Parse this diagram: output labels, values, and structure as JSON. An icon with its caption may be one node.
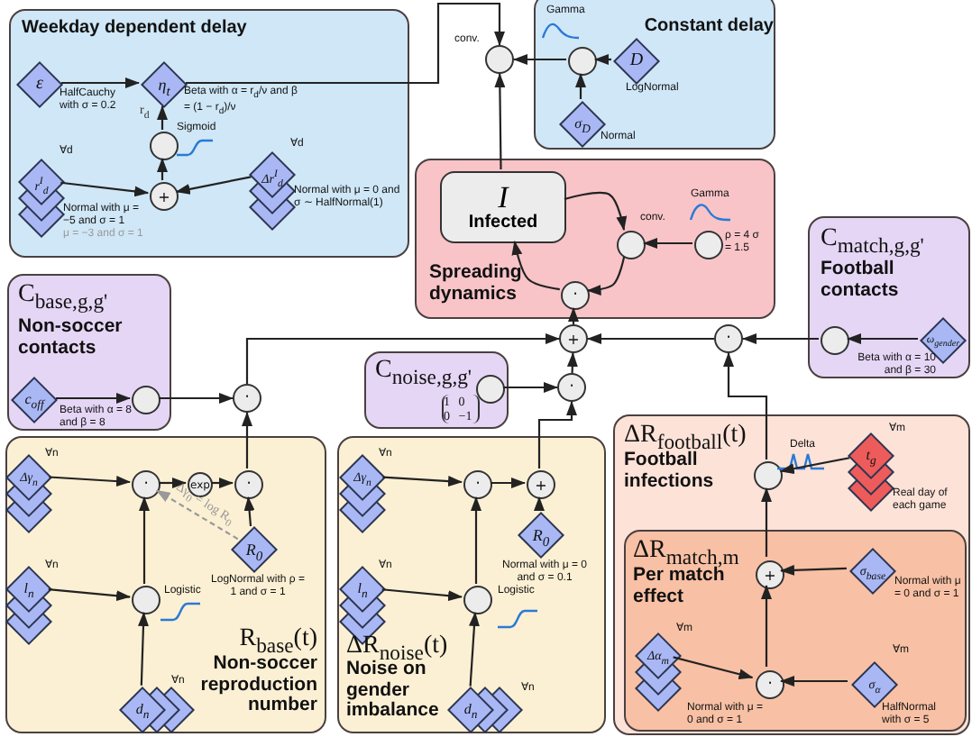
{
  "diagram": {
    "nodes": [
      {
        "text": [
          "Weekday dependent delay"
        ]
      },
      {
        "text": [
          "ε"
        ],
        "in": 0,
        "beside": [
          "HalfCauchy with σ = 0.2"
        ]
      },
      {
        "text": [
          "η$_{t}$"
        ],
        "in": 0,
        "beside": [
          "Beta with α = r$_{d}$/ν and β = (1 − r$_{d}$)/ν"
        ]
      },
      {
        "text": [],
        "shape": "circle",
        "in": 0,
        "beside": [
          "Sigmoid"
        ]
      },
      {
        "text": [
          "+"
        ],
        "in": 0
      },
      {
        "text": [
          "r$^{I}$$_{d}$"
        ],
        "in": 0,
        "beside": [
          "∀d",
          "Normal with μ = −5 and σ = 1",
          "μ = −3 and σ = 1"
        ]
      },
      {
        "text": [
          "Δr$^{I}$$_{d}$"
        ],
        "in": 0,
        "beside": [
          "∀d",
          "Normal with μ = 0 and σ ∼ HalfNormal(1)"
        ]
      },
      {
        "text": [],
        "shape": "circle",
        "beside": [
          "conv."
        ]
      },
      {
        "text": [
          "Constant delay"
        ]
      },
      {
        "text": [],
        "shape": "circle",
        "in": 8,
        "beside": [
          "Gamma"
        ]
      },
      {
        "text": [
          "D"
        ],
        "in": 8,
        "beside": [
          "LogNormal"
        ]
      },
      {
        "text": [
          "σ$_{D}$"
        ],
        "in": 8,
        "beside": [
          "Normal"
        ]
      },
      {
        "text": [
          "Spreading dynamics"
        ]
      },
      {
        "text": [
          "I",
          "Infected"
        ],
        "in": 12
      },
      {
        "text": [],
        "shape": "circle",
        "in": 12,
        "beside": [
          "conv."
        ]
      },
      {
        "text": [],
        "shape": "circle",
        "in": 12,
        "beside": [
          "Gamma",
          "ρ = 4 σ = 1.5"
        ]
      },
      {
        "text": [
          "·"
        ],
        "in": 12
      },
      {
        "text": [
          "+"
        ]
      },
      {
        "text": [
          "C$_{base,g,g'}$",
          "Non-soccer contacts"
        ]
      },
      {
        "text": [
          "c$_{off}$"
        ],
        "in": 18,
        "beside": [
          "Beta with α = 8 and β = 8"
        ]
      },
      {
        "text": [],
        "shape": "circle",
        "in": 18
      },
      {
        "text": [
          "·"
        ]
      },
      {
        "text": [
          "C$_{noise,g,g'}$",
          "1 0 0 −1"
        ]
      },
      {
        "text": [],
        "shape": "circle",
        "in": 22
      },
      {
        "text": [
          "·"
        ]
      },
      {
        "text": [
          "·"
        ]
      },
      {
        "text": [
          "C$_{match,g,g'}$",
          "Football contacts"
        ]
      },
      {
        "text": [],
        "shape": "circle",
        "in": 26
      },
      {
        "text": [
          "ω$_{gender}$"
        ],
        "in": 26,
        "beside": [
          "Beta with α = 10 and β = 30"
        ]
      },
      {
        "text": [
          "R$_{base}$(t)",
          "Non-soccer reproduction number"
        ]
      },
      {
        "text": [
          "Δγ$_{n}$"
        ],
        "in": 29,
        "beside": [
          "∀n"
        ]
      },
      {
        "text": [
          "·"
        ],
        "in": 29
      },
      {
        "text": [
          "exp"
        ],
        "in": 29
      },
      {
        "text": [
          "·"
        ],
        "in": 29
      },
      {
        "text": [
          "R$_{0}$"
        ],
        "in": 29,
        "beside": [
          "LogNormal with ρ = 1 and σ = 1"
        ]
      },
      {
        "text": [
          "l$_{n}$"
        ],
        "in": 29,
        "beside": [
          "∀n"
        ]
      },
      {
        "text": [],
        "shape": "circle",
        "in": 29,
        "beside": [
          "Logistic"
        ]
      },
      {
        "text": [
          "d$_{n}$"
        ],
        "in": 29,
        "beside": [
          "∀n"
        ]
      },
      {
        "text": [
          "ΔR$_{noise}$(t)",
          "Noise on gender imbalance"
        ]
      },
      {
        "text": [
          "Δγ$_{n}$"
        ],
        "in": 38,
        "beside": [
          "∀n"
        ]
      },
      {
        "text": [
          "·"
        ],
        "in": 38
      },
      {
        "text": [
          "+"
        ],
        "in": 38
      },
      {
        "text": [
          "R$_{0}$"
        ],
        "in": 38,
        "beside": [
          "Normal with μ = 0 and σ = 0.1"
        ]
      },
      {
        "text": [
          "l$_{n}$"
        ],
        "in": 38,
        "beside": [
          "∀n"
        ]
      },
      {
        "text": [],
        "shape": "circle",
        "in": 38,
        "beside": [
          "Logistic"
        ]
      },
      {
        "text": [
          "d$_{n}$"
        ],
        "in": 38,
        "beside": [
          "∀n"
        ]
      },
      {
        "text": [
          "ΔR$_{football}$(t)",
          "Football infections"
        ]
      },
      {
        "text": [],
        "shape": "circle",
        "in": 46,
        "beside": [
          "Delta"
        ]
      },
      {
        "text": [
          "t$_{g}$"
        ],
        "in": 46,
        "beside": [
          "∀m",
          "Real day of each game"
        ]
      },
      {
        "text": [
          "ΔR$_{match,m}$",
          "Per match effect"
        ],
        "in": 46
      },
      {
        "text": [
          "+"
        ],
        "in": 49
      },
      {
        "text": [
          "σ$_{base}$"
        ],
        "in": 49,
        "beside": [
          "Normal with μ = 0 and σ = 1"
        ]
      },
      {
        "text": [
          "·"
        ],
        "in": 49
      },
      {
        "text": [
          "Δα$_{m}$"
        ],
        "in": 49,
        "beside": [
          "∀m",
          "Normal with μ = 0 and σ = 1"
        ]
      },
      {
        "text": [
          "σ$_{α}$"
        ],
        "in": 49,
        "beside": [
          "∀m",
          "HalfNormal with σ = 5"
        ]
      }
    ],
    "edges": [
      {
        "from": 1,
        "to": 2,
        "arrow": "to"
      },
      {
        "from": 3,
        "to": 2,
        "arrow": "to",
        "label": "r$_{d}$"
      },
      {
        "from": 4,
        "to": 3,
        "arrow": "to"
      },
      {
        "from": 5,
        "to": 4,
        "arrow": "to"
      },
      {
        "from": 6,
        "to": 4,
        "arrow": "to"
      },
      {
        "from": 2,
        "to": 7,
        "arrow": "to"
      },
      {
        "from": 9,
        "to": 7,
        "arrow": "to"
      },
      {
        "from": 10,
        "to": 9,
        "arrow": "to"
      },
      {
        "from": 11,
        "to": 9,
        "arrow": "to"
      },
      {
        "from": 13,
        "to": 7,
        "arrow": "to"
      },
      {
        "from": 13,
        "to": 14,
        "arrow": "to"
      },
      {
        "from": 15,
        "to": 14,
        "arrow": "to"
      },
      {
        "from": 14,
        "to": 16,
        "arrow": "to"
      },
      {
        "from": 16,
        "to": 13,
        "arrow": "to"
      },
      {
        "from": 17,
        "to": 16,
        "arrow": "to"
      },
      {
        "from": 19,
        "to": 20,
        "arrow": "to"
      },
      {
        "from": 20,
        "to": 21,
        "arrow": "to"
      },
      {
        "from": 21,
        "to": 17,
        "arrow": "to"
      },
      {
        "from": 33,
        "to": 21,
        "arrow": "to"
      },
      {
        "from": 23,
        "to": 24,
        "arrow": "to"
      },
      {
        "from": 24,
        "to": 17,
        "arrow": "to"
      },
      {
        "from": 41,
        "to": 24,
        "arrow": "to"
      },
      {
        "from": 25,
        "to": 17,
        "arrow": "to"
      },
      {
        "from": 27,
        "to": 25,
        "arrow": "to"
      },
      {
        "from": 28,
        "to": 27,
        "arrow": "to"
      },
      {
        "from": 47,
        "to": 25,
        "arrow": "to"
      },
      {
        "from": 30,
        "to": 31,
        "arrow": "to"
      },
      {
        "from": 31,
        "to": 32,
        "arrow": "to"
      },
      {
        "from": 32,
        "to": 33,
        "arrow": "to"
      },
      {
        "from": 34,
        "to": 33,
        "arrow": "to"
      },
      {
        "from": 34,
        "to": 31,
        "arrow": "to",
        "style": "dashed",
        "color": "#999999",
        "label": "Δγ$_{0}$ = log R$_{0}$"
      },
      {
        "from": 35,
        "to": 36,
        "arrow": "to"
      },
      {
        "from": 37,
        "to": 36,
        "arrow": "to"
      },
      {
        "from": 36,
        "to": 31,
        "arrow": "to"
      },
      {
        "from": 39,
        "to": 40,
        "arrow": "to"
      },
      {
        "from": 40,
        "to": 41,
        "arrow": "to"
      },
      {
        "from": 42,
        "to": 41,
        "arrow": "to"
      },
      {
        "from": 43,
        "to": 44,
        "arrow": "to"
      },
      {
        "from": 45,
        "to": 44,
        "arrow": "to"
      },
      {
        "from": 44,
        "to": 40,
        "arrow": "to"
      },
      {
        "from": 48,
        "to": 47,
        "arrow": "to"
      },
      {
        "from": 50,
        "to": 47,
        "arrow": "to"
      },
      {
        "from": 51,
        "to": 50,
        "arrow": "to"
      },
      {
        "from": 52,
        "to": 50,
        "arrow": "to"
      },
      {
        "from": 53,
        "to": 52,
        "arrow": "to"
      },
      {
        "from": 54,
        "to": 52,
        "arrow": "to"
      }
    ]
  }
}
